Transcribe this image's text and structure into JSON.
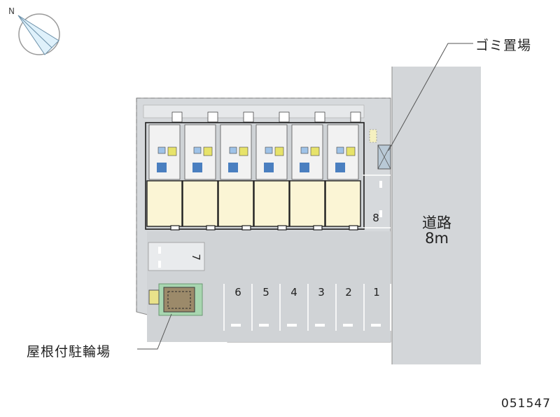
{
  "map": {
    "compass_label": "N",
    "callouts": {
      "garbage": "ゴミ置場",
      "bicycle": "屋根付駐輪場"
    },
    "road": {
      "name": "道路",
      "width": "8m"
    },
    "parking": {
      "row_spaces": [
        "6",
        "5",
        "4",
        "3",
        "2",
        "1"
      ],
      "side_space_7": "7",
      "side_space_8": "8"
    },
    "units_count": 6,
    "property_code": "051547"
  },
  "colors": {
    "site_fill": "#d6d9dc",
    "road_fill": "#d3d6d9",
    "unit_fill": "#fbf5d5",
    "wall": "#1f1f1f",
    "bike_roof": "#9c8a6a",
    "bike_base": "#a8d6b0",
    "compass_fill": "#dff1fb"
  }
}
